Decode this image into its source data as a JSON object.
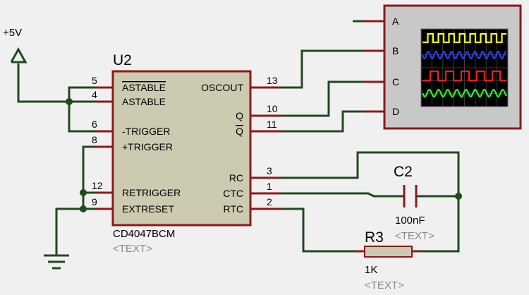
{
  "power": {
    "label": "+5V"
  },
  "chip": {
    "ref": "U2",
    "part": "CD4047BCM",
    "text_placeholder": "<TEXT>",
    "left_pins": [
      {
        "number": "5",
        "name": "ASTABLE",
        "overline": true
      },
      {
        "number": "4",
        "name": "ASTABLE",
        "overline": false
      },
      {
        "number": "6",
        "name": "-TRIGGER",
        "overline": false
      },
      {
        "number": "8",
        "name": "+TRIGGER",
        "overline": false
      },
      {
        "number": "12",
        "name": "RETRIGGER",
        "overline": false
      },
      {
        "number": "9",
        "name": "EXTRESET",
        "overline": false
      }
    ],
    "right_pins": [
      {
        "number": "13",
        "name": "OSCOUT",
        "overline": false
      },
      {
        "number": "10",
        "name": "Q",
        "overline": false
      },
      {
        "number": "11",
        "name": "Q",
        "overline": true
      },
      {
        "number": "3",
        "name": "RC",
        "overline": false
      },
      {
        "number": "1",
        "name": "CTC",
        "overline": false
      },
      {
        "number": "2",
        "name": "RTC",
        "overline": false
      }
    ]
  },
  "scope": {
    "channels": [
      "A",
      "B",
      "C",
      "D"
    ],
    "trace_colors": [
      "#ffff00",
      "#2a3cff",
      "#ff1a1a",
      "#1aff1a"
    ]
  },
  "capacitor": {
    "ref": "C2",
    "value": "100nF",
    "text_placeholder": "<TEXT>"
  },
  "resistor": {
    "ref": "R3",
    "value": "1K",
    "text_placeholder": "<TEXT>"
  },
  "colors": {
    "wire": "#1f4a1f",
    "component": "#8b1a1a",
    "body_fill": "#cccab0",
    "scope_fill": "#c8c8c8",
    "scope_screen": "#000000"
  }
}
